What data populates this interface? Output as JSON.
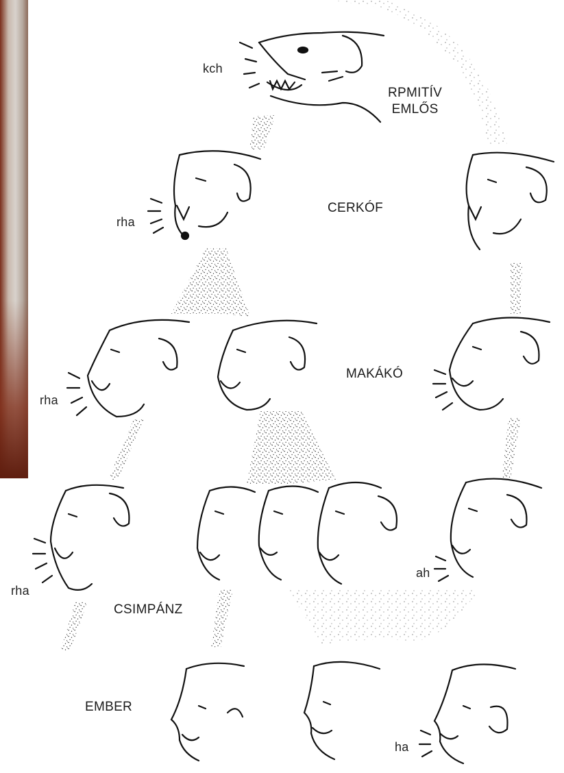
{
  "labels": {
    "primitive_mammal_line1": "RPMITÍV",
    "primitive_mammal_line2": "EMLŐS",
    "monkey": "CERKÓF",
    "macaque": "MAKÁKÓ",
    "chimpanzee": "CSIMPÁNZ",
    "human": "EMBER"
  },
  "sounds": {
    "mammal": "kch",
    "monkey": "rha",
    "macaque": "rha",
    "chimpanzee": "rha",
    "chimp_right": "ah",
    "human": "ha"
  }
}
